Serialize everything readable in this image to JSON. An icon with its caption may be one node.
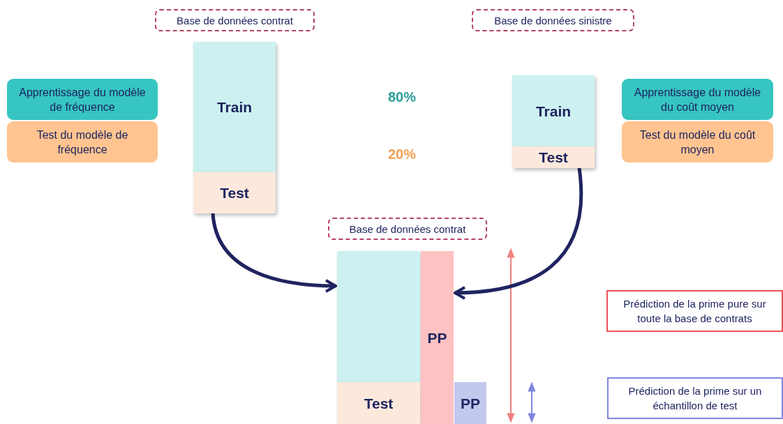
{
  "diagram": {
    "nodes": [
      {
        "text": [
          "Base de données contrat"
        ]
      },
      {
        "text": [
          "Train"
        ]
      },
      {
        "text": [
          "Test"
        ]
      },
      {
        "text": [
          "Base de données sinistre"
        ]
      },
      {
        "text": [
          "Train"
        ]
      },
      {
        "text": [
          "Test"
        ]
      },
      {
        "text": [
          "Apprentissage du modèle de fréquence"
        ]
      },
      {
        "text": [
          "Test du modèle de fréquence"
        ]
      },
      {
        "text": [
          "Apprentissage du modèle du coût moyen"
        ]
      },
      {
        "text": [
          "Test du modèle du coût moyen"
        ]
      },
      {
        "text": [
          "Base de données contrat"
        ]
      },
      {
        "text": [],
        "shape": "box"
      },
      {
        "text": [
          "Test"
        ]
      },
      {
        "text": [
          "PP"
        ]
      },
      {
        "text": [
          "PP"
        ]
      },
      {
        "text": [
          "Prédiction de la prime pure sur toute la base de contrats"
        ]
      },
      {
        "text": [
          "Prédiction de la prime sur un échantillon de test"
        ]
      }
    ],
    "edges": [
      {
        "from": 2,
        "to": 11,
        "arrow": "to"
      },
      {
        "from": 5,
        "to": 13,
        "arrow": "to"
      }
    ],
    "labels": [
      "80%",
      "20%"
    ]
  }
}
